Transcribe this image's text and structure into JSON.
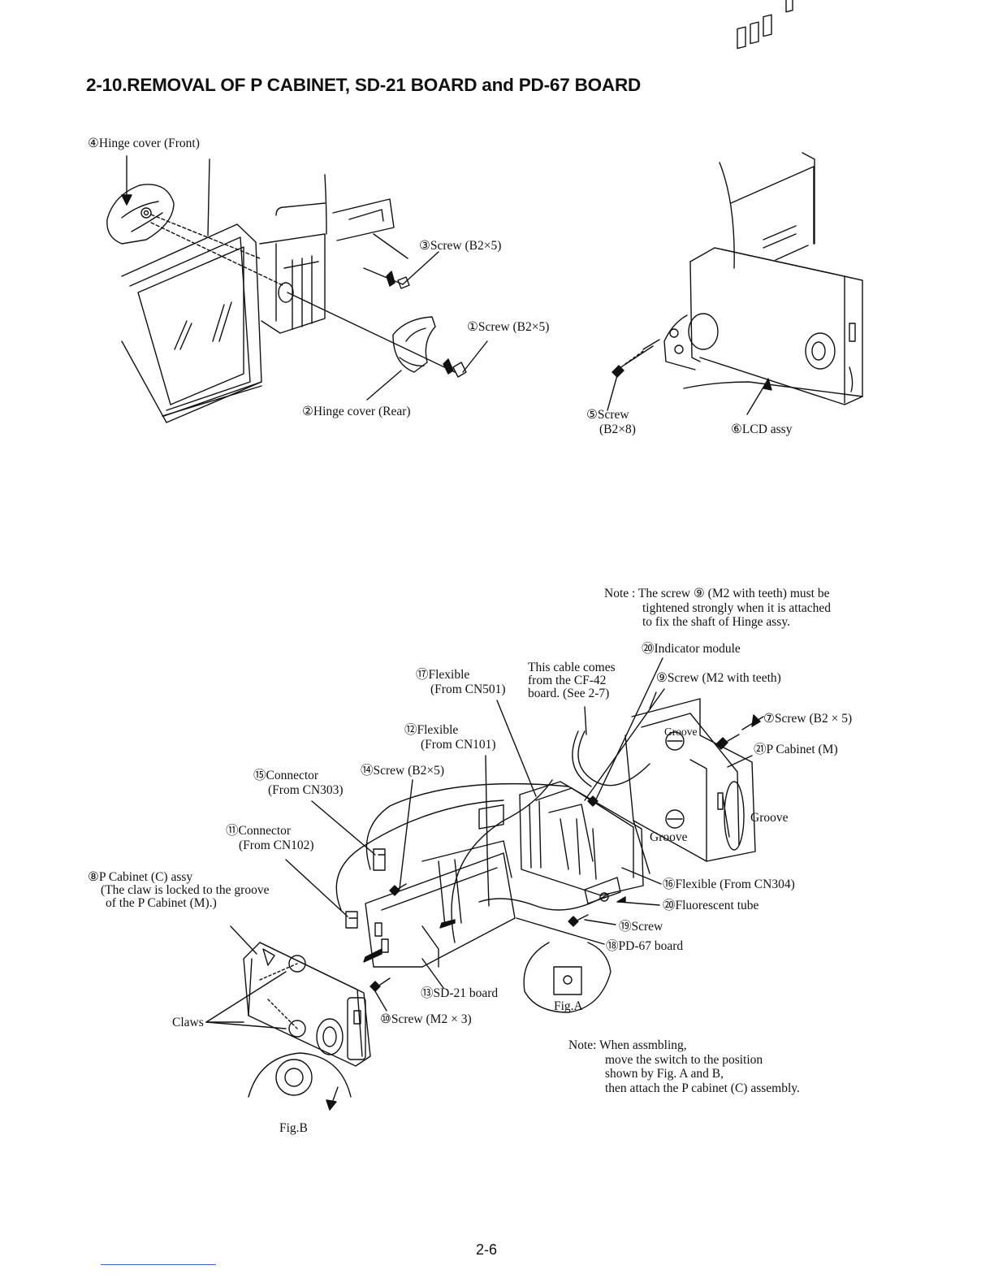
{
  "title": "2-10.REMOVAL OF P CABINET, SD-21 BOARD and PD-67 BOARD",
  "page_number": "2-6",
  "top": {
    "hinge_cover_front": "④Hinge cover (Front)",
    "screw3": "③Screw (B2×5)",
    "screw1": "①Screw (B2×5)",
    "hinge_cover_rear": "②Hinge cover (Rear)",
    "screw5_line1": "⑤Screw",
    "screw5_line2": "(B2×8)",
    "lcd_assy": "⑥LCD assy"
  },
  "note_top": {
    "line1": "Note : The screw  ⑨  (M2 with teeth) must be",
    "line2": "tightened strongly when it is attached",
    "line3": "to fix  the shaft of Hinge assy."
  },
  "bottom": {
    "indicator": "⑳Indicator module",
    "cable_line1": "This cable comes",
    "cable_line2": "from the CF-42",
    "cable_line3": "board. (See 2-7)",
    "flex17_line1": "⑰Flexible",
    "flex17_line2": "(From CN501)",
    "screw9": "⑨Screw (M2 with teeth)",
    "screw7": "⑦Screw (B2 × 5)",
    "p_cabinet_m": "㉑P Cabinet (M)",
    "groove_top": "Groove",
    "groove_right": "Groove",
    "groove_mid": "Groove",
    "flex12_line1": "⑫Flexible",
    "flex12_line2": "(From CN101)",
    "screw14": "⑭Screw (B2×5)",
    "conn15_line1": "⑮Connector",
    "conn15_line2": "(From CN303)",
    "conn11_line1": "⑪Connector",
    "conn11_line2": "(From CN102)",
    "p_cabinet_c_line1": "⑧P Cabinet (C) assy",
    "p_cabinet_c_line2": "(The claw is locked to the groove",
    "p_cabinet_c_line3": "of the P Cabinet (M).)",
    "flex16": "⑯Flexible (From CN304)",
    "fluorescent": "⑳Fluorescent tube",
    "screw19": "⑲Screw",
    "pd67": "⑱PD-67 board",
    "sd21": "⑬SD-21 board",
    "screw10": "⑩Screw (M2 × 3)",
    "claws": "Claws",
    "fig_a": "Fig.A",
    "fig_b": "Fig.B"
  },
  "note_bottom": {
    "line1": "Note: When assmbling,",
    "line2": "move the switch to the position",
    "line3": "shown by Fig. A and B,",
    "line4": "then attach the P cabinet (C) assembly."
  }
}
